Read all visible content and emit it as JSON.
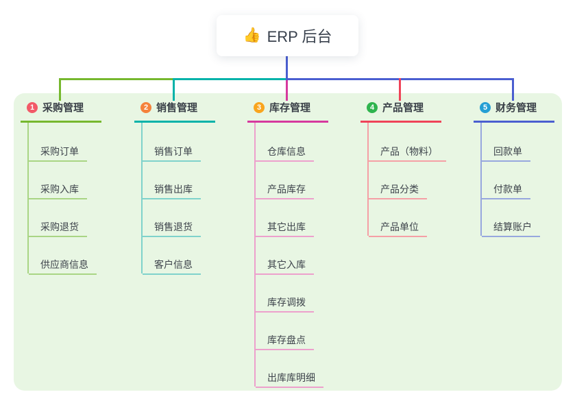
{
  "root": {
    "icon": "👍",
    "label": "ERP 后台",
    "stem_color": "#4a5ed0"
  },
  "branches": [
    {
      "num": "1",
      "title": "采购管理",
      "badge_color": "#f25a68",
      "line_color": "#76b82e",
      "child_line_color": "#a9d584",
      "children": [
        "采购订单",
        "采购入库",
        "采购退货",
        "供应商信息"
      ]
    },
    {
      "num": "2",
      "title": "销售管理",
      "badge_color": "#f5823c",
      "line_color": "#00b2a9",
      "child_line_color": "#7fd2cb",
      "children": [
        "销售订单",
        "销售出库",
        "销售退货",
        "客户信息"
      ]
    },
    {
      "num": "3",
      "title": "库存管理",
      "badge_color": "#f9a51e",
      "line_color": "#d6399e",
      "child_line_color": "#eda0cc",
      "children": [
        "仓库信息",
        "产品库存",
        "其它出库",
        "其它入库",
        "库存调拨",
        "库存盘点",
        "出库库明细"
      ]
    },
    {
      "num": "4",
      "title": "产品管理",
      "badge_color": "#2fb44e",
      "line_color": "#ef4358",
      "child_line_color": "#f59fa5",
      "children": [
        "产品（物料）",
        "产品分类",
        "产品单位"
      ]
    },
    {
      "num": "5",
      "title": "财务管理",
      "badge_color": "#259fd4",
      "line_color": "#4a5ed0",
      "child_line_color": "#97a7de",
      "children": [
        "回款单",
        "付款单",
        "结算账户"
      ]
    }
  ]
}
